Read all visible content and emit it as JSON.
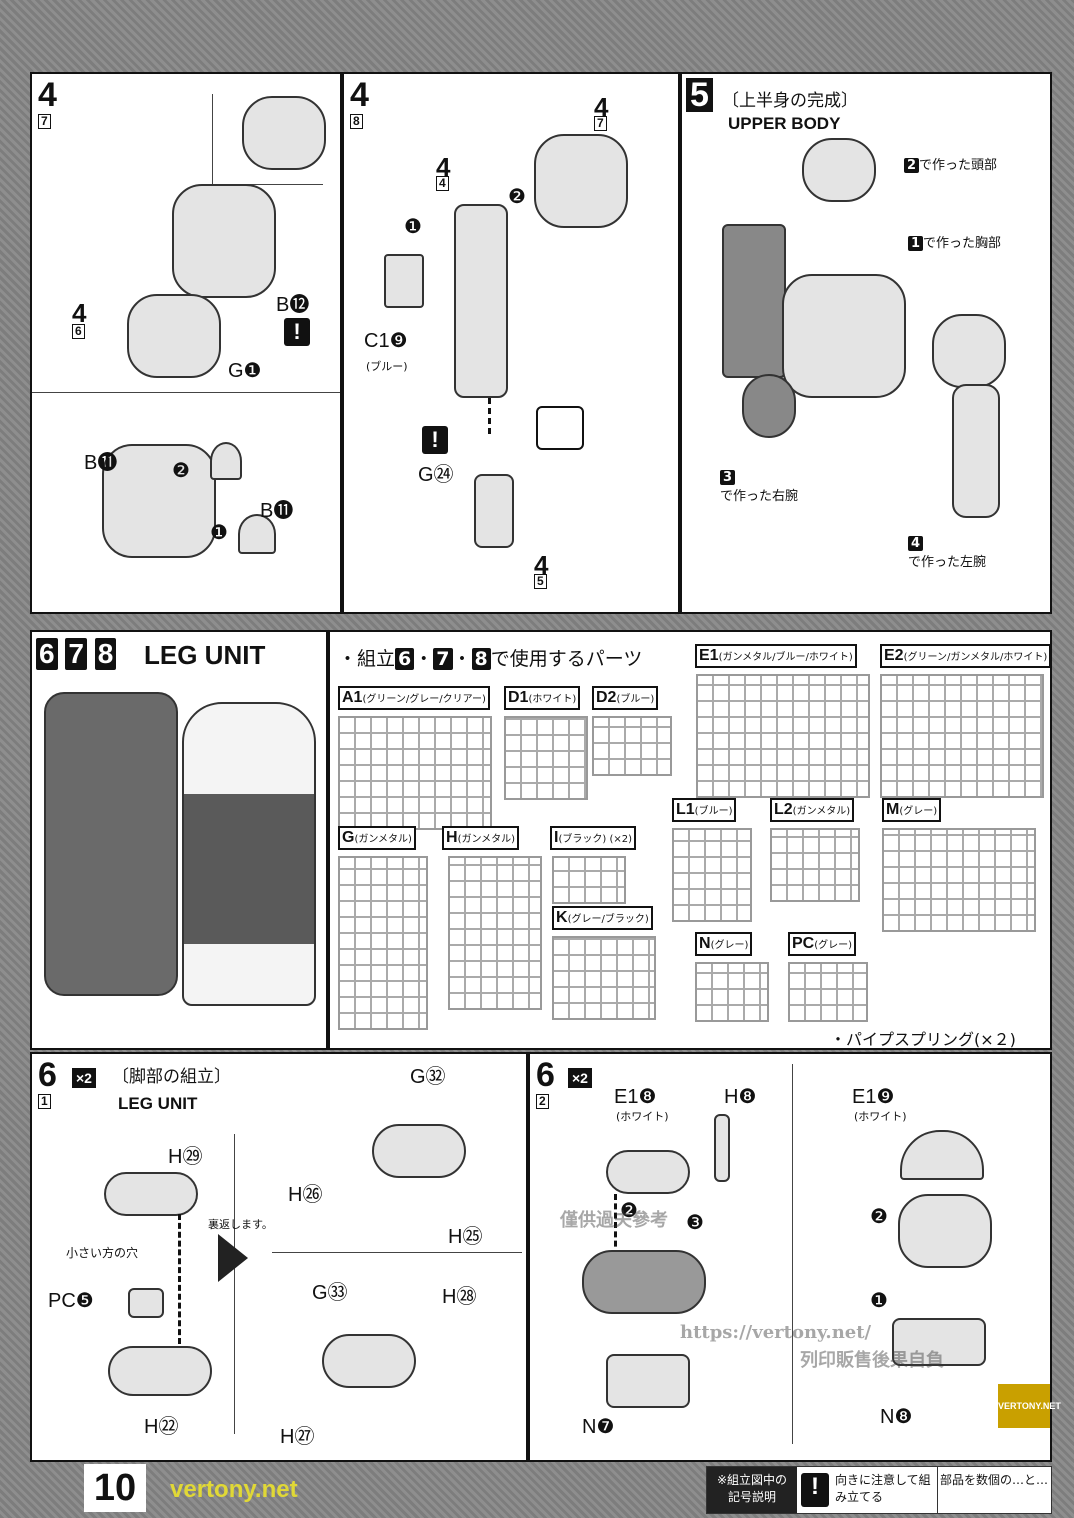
{
  "page_number": "10",
  "step_4_7": {
    "step": "4",
    "sub": "7",
    "labels": [
      "B⓬",
      "G❶",
      "B⓫",
      "B⓫"
    ],
    "ref": {
      "step": "4",
      "sub": "6"
    },
    "arrows": [
      "❶",
      "❷"
    ]
  },
  "step_4_8": {
    "step": "4",
    "sub": "8",
    "refs": [
      {
        "step": "4",
        "sub": "4"
      },
      {
        "step": "4",
        "sub": "7"
      },
      {
        "step": "4",
        "sub": "5"
      }
    ],
    "labels": {
      "c1": "C1❾",
      "c1_color": "(ブルー)",
      "g24": "G㉔"
    },
    "arrows": [
      "❶",
      "❷"
    ]
  },
  "step_5": {
    "step": "5",
    "title_jp": "〔上半身の完成〕",
    "title_en": "UPPER BODY",
    "notes": [
      {
        "num": "2",
        "text": "で作った頭部"
      },
      {
        "num": "1",
        "text": "で作った胸部"
      },
      {
        "num": "3",
        "text": "で作った右腕"
      },
      {
        "num": "4",
        "text": "で作った左腕"
      }
    ]
  },
  "leg_unit": {
    "steps": [
      "6",
      "7",
      "8"
    ],
    "title": "LEG UNIT"
  },
  "parts": {
    "heading_pre": "・組立",
    "steps": [
      "6",
      "7",
      "8"
    ],
    "heading_post": "で使用するパーツ",
    "runners": [
      {
        "name": "A1",
        "color": "(グリーン/グレー/クリアー)"
      },
      {
        "name": "D1",
        "color": "(ホワイト)"
      },
      {
        "name": "D2",
        "color": "(ブルー)"
      },
      {
        "name": "E1",
        "color": "(ガンメタル/ブルー/ホワイト)"
      },
      {
        "name": "E2",
        "color": "(グリーン/ガンメタル/ホワイト)"
      },
      {
        "name": "G",
        "color": "(ガンメタル)"
      },
      {
        "name": "H",
        "color": "(ガンメタル)"
      },
      {
        "name": "I",
        "color": "(ブラック)",
        "qty": "(×2)"
      },
      {
        "name": "K",
        "color": "(グレー/ブラック)"
      },
      {
        "name": "L1",
        "color": "(ブルー)"
      },
      {
        "name": "L2",
        "color": "(ガンメタル)"
      },
      {
        "name": "M",
        "color": "(グレー)"
      },
      {
        "name": "N",
        "color": "(グレー)"
      },
      {
        "name": "PC",
        "color": "(グレー)"
      }
    ],
    "spring": "・パイプスプリング(×２)"
  },
  "step_6_1": {
    "step": "6",
    "sub": "1",
    "qty": "×2",
    "title_jp": "〔脚部の組立〕",
    "title_en": "LEG UNIT",
    "labels": [
      "H㉙",
      "小さい方の穴",
      "PC❺",
      "H㉒",
      "G㉜",
      "H㉖",
      "H㉕",
      "G㉝",
      "H㉘",
      "H㉗"
    ],
    "flip": "裏返します。"
  },
  "step_6_2": {
    "step": "6",
    "sub": "2",
    "qty": "×2",
    "labels": [
      "E1❽",
      "(ホワイト)",
      "H❽",
      "N❼",
      "E1❾",
      "(ホワイト)",
      "N❽"
    ],
    "arrows": [
      "❷",
      "❸",
      "❶",
      "❷"
    ]
  },
  "watermark": {
    "url": "https://vertony.net/",
    "line1": "僅供過夫參考",
    "line2": "列印販售後果自負",
    "badge": "VERTONY.NET"
  },
  "legend": {
    "title": "※組立図中の記号説明",
    "warn_text": "向きに注意して組み立てる",
    "count_text": "部品を数個の…と…",
    "site": "vertony.net"
  }
}
